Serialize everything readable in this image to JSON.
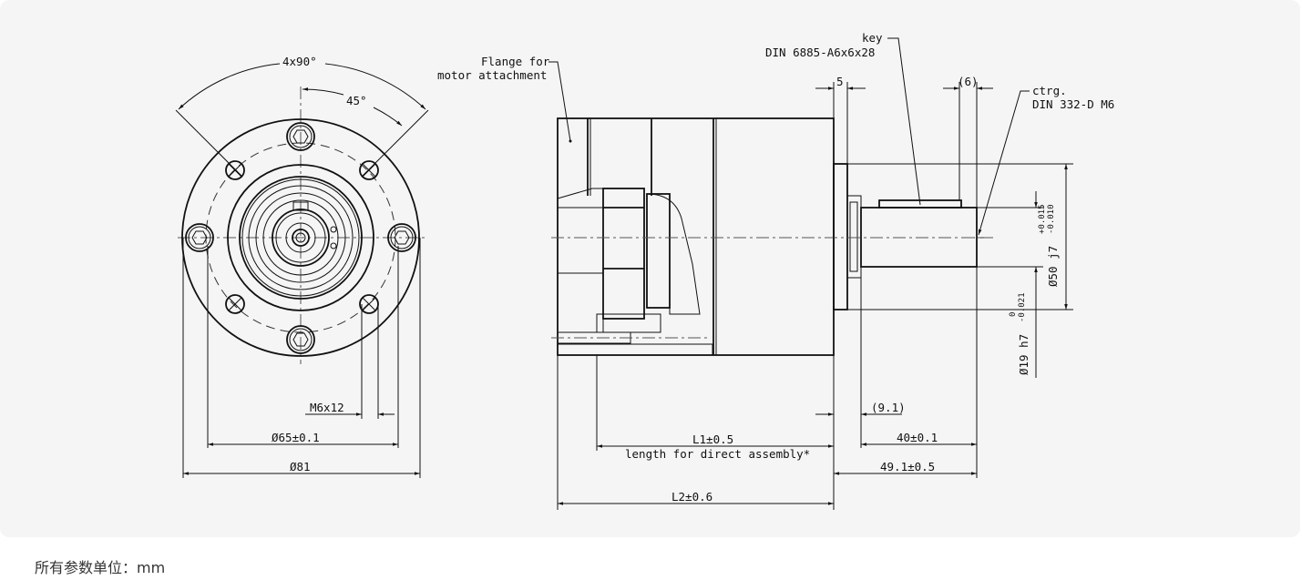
{
  "drawing": {
    "front_view": {
      "angle_total": "4x90°",
      "angle_offset": "45°",
      "thread": "M6x12",
      "bolt_circle": "Ø65±0.1",
      "outer_diameter": "Ø81"
    },
    "side_view": {
      "flange_label_1": "Flange for",
      "flange_label_2": "motor attachment",
      "key_label_1": "key",
      "key_label_2": "DIN 6885-A6x6x28",
      "ctrg_label_1": "ctrg.",
      "ctrg_label_2": "DIN 332-D M6",
      "dim_5": "5",
      "dim_6": "(6)",
      "dim_9_1": "(9.1)",
      "dim_L1": "L1±0.5",
      "dim_L1_note": "length for direct assembly*",
      "dim_40": "40±0.1",
      "dim_49_1": "49.1±0.5",
      "dim_L2": "L2±0.6",
      "dim_d50": "Ø50  j7",
      "dim_d50_tol_upper": "+0.015",
      "dim_d50_tol_lower": "-0.010",
      "dim_d19": "Ø19  h7",
      "dim_d19_tol_upper": "0",
      "dim_d19_tol_lower": "-0.021"
    }
  },
  "footnote": "所有参数单位：mm"
}
